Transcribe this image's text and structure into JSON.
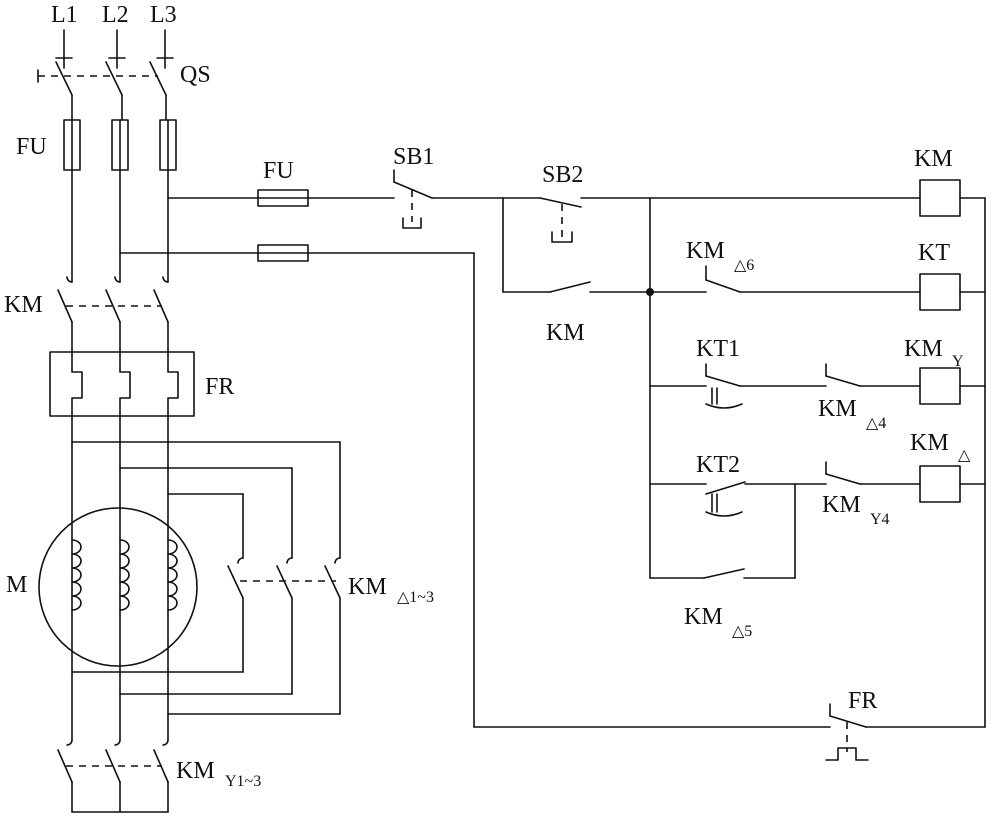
{
  "labels": {
    "l1": "L1",
    "l2": "L2",
    "l3": "L3",
    "qs": "QS",
    "fu_main": "FU",
    "fu_ctrl": "FU",
    "km_main": "KM",
    "fr_main": "FR",
    "motor": "M",
    "km_delta_main": "KM",
    "km_delta_main_sub": "△1~3",
    "km_star_main": "KM",
    "km_star_main_sub": "Y1~3",
    "sb1": "SB1",
    "sb2": "SB2",
    "km_hold": "KM",
    "km_coil": "KM",
    "kt_coil": "KT",
    "km_d6": "KM",
    "km_d6_sub": "△6",
    "kt1": "KT1",
    "km_d4": "KM",
    "km_d4_sub": "△4",
    "km_y_coil": "KM",
    "km_y_coil_sub": "Y",
    "kt2": "KT2",
    "km_y4": "KM",
    "km_y4_sub": "Y4",
    "km_d_coil": "KM",
    "km_d_coil_sub": "△",
    "km_d5": "KM",
    "km_d5_sub": "△5",
    "fr_ctrl": "FR"
  }
}
